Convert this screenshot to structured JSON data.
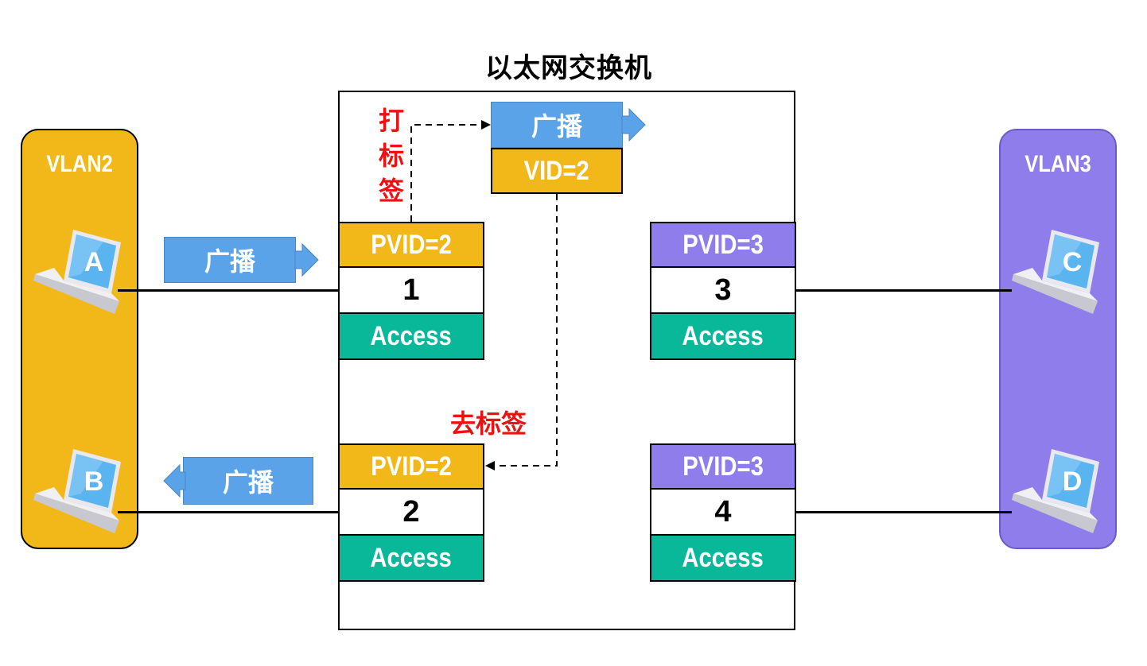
{
  "title": "以太网交换机",
  "vlans": [
    {
      "label": "VLAN2",
      "color": "#f2b81a"
    },
    {
      "label": "VLAN3",
      "color": "#8f7deb"
    }
  ],
  "hosts": [
    {
      "label": "A",
      "vlan": "VLAN2"
    },
    {
      "label": "B",
      "vlan": "VLAN2"
    },
    {
      "label": "C",
      "vlan": "VLAN3"
    },
    {
      "label": "D",
      "vlan": "VLAN3"
    }
  ],
  "ports": [
    {
      "pvid": "PVID=2",
      "number": "1",
      "mode": "Access"
    },
    {
      "pvid": "PVID=2",
      "number": "2",
      "mode": "Access"
    },
    {
      "pvid": "PVID=3",
      "number": "3",
      "mode": "Access"
    },
    {
      "pvid": "PVID=3",
      "number": "4",
      "mode": "Access"
    }
  ],
  "frames": {
    "incoming": "广播",
    "outgoing": "广播",
    "tagged_payload": "广播",
    "tagged_vid": "VID=2"
  },
  "annotations": {
    "tag_chars": [
      "打",
      "标",
      "签"
    ],
    "untag": "去标签"
  },
  "colors": {
    "vlan2": "#f2b81a",
    "vlan3": "#8f7deb",
    "access": "#08b898",
    "broadcast": "#5aa3e8",
    "annotation": "#ee1111"
  }
}
